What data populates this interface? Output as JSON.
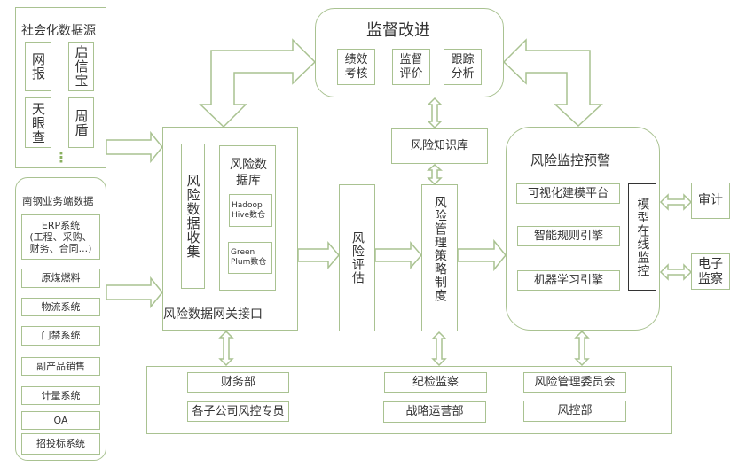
{
  "social": {
    "title": "社会化数据源",
    "items": [
      "网报",
      "启信宝",
      "天眼查",
      "周盾"
    ],
    "more": "⋮"
  },
  "business": {
    "title": "南钢业务端数据",
    "items": [
      "ERP系统\n(工程、采购、\n财务、合同...)",
      "原煤燃料",
      "物流系统",
      "门禁系统",
      "副产品销售",
      "计量系统",
      "OA",
      "招投标系统"
    ]
  },
  "gateway": {
    "label": "风险数据网关接口",
    "collect": "风险数据收集",
    "db_title": "风险数据库",
    "hadoop": "Hadoop Hive数仓",
    "green": "Green Plum数仓"
  },
  "supervise": {
    "title": "监督改进",
    "items": [
      "绩效考核",
      "监督评价",
      "跟踪分析"
    ]
  },
  "knowledge": "风险知识库",
  "assess": "风险评估",
  "policy": "风险管理策略制度",
  "monitor": {
    "title": "风险监控预警",
    "items": [
      "可视化建模平台",
      "智能规则引擎",
      "机器学习引擎"
    ],
    "online": "模型在线监控"
  },
  "audit": "审计",
  "esupervise": "电子监察",
  "depts": [
    "财务部",
    "各子公司风控专员",
    "纪检监察",
    "战略运营部",
    "风险管理委员会",
    "风控部"
  ],
  "colors": {
    "stroke": "#a9c291",
    "text": "#333333"
  }
}
